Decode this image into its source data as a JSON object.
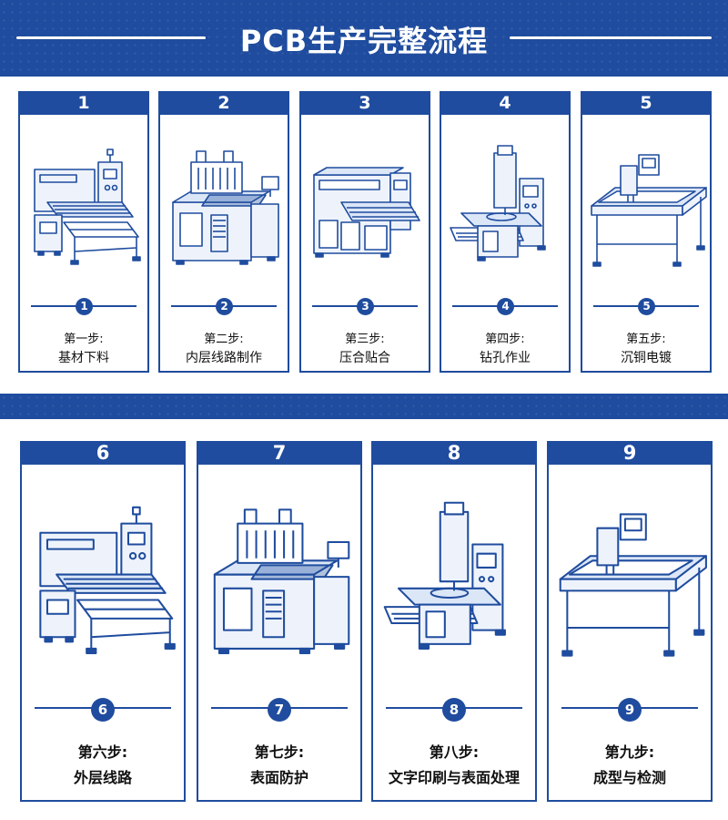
{
  "header": {
    "title": "PCB生产完整流程"
  },
  "steps": [
    {
      "number": "1",
      "step": "第一步:",
      "name": "基材下料",
      "machine": "laminator-machine-icon"
    },
    {
      "number": "2",
      "step": "第二步:",
      "name": "内层线路制作",
      "machine": "inner-layer-machine-icon"
    },
    {
      "number": "3",
      "step": "第三步:",
      "name": "压合贴合",
      "machine": "press-machine-icon"
    },
    {
      "number": "4",
      "step": "第四步:",
      "name": "钻孔作业",
      "machine": "drilling-machine-icon"
    },
    {
      "number": "5",
      "step": "第五步:",
      "name": "沉铜电镀",
      "machine": "plating-tank-icon"
    },
    {
      "number": "6",
      "step": "第六步:",
      "name": "外层线路",
      "machine": "laminator-machine-icon"
    },
    {
      "number": "7",
      "step": "第七步:",
      "name": "表面防护",
      "machine": "inner-layer-machine-icon"
    },
    {
      "number": "8",
      "step": "第八步:",
      "name": "文字印刷与表面处理",
      "machine": "drilling-machine-icon"
    },
    {
      "number": "9",
      "step": "第九步:",
      "name": "成型与检测",
      "machine": "plating-tank-icon"
    }
  ],
  "colors": {
    "primary": "#1f4c9e",
    "background": "#ffffff"
  }
}
